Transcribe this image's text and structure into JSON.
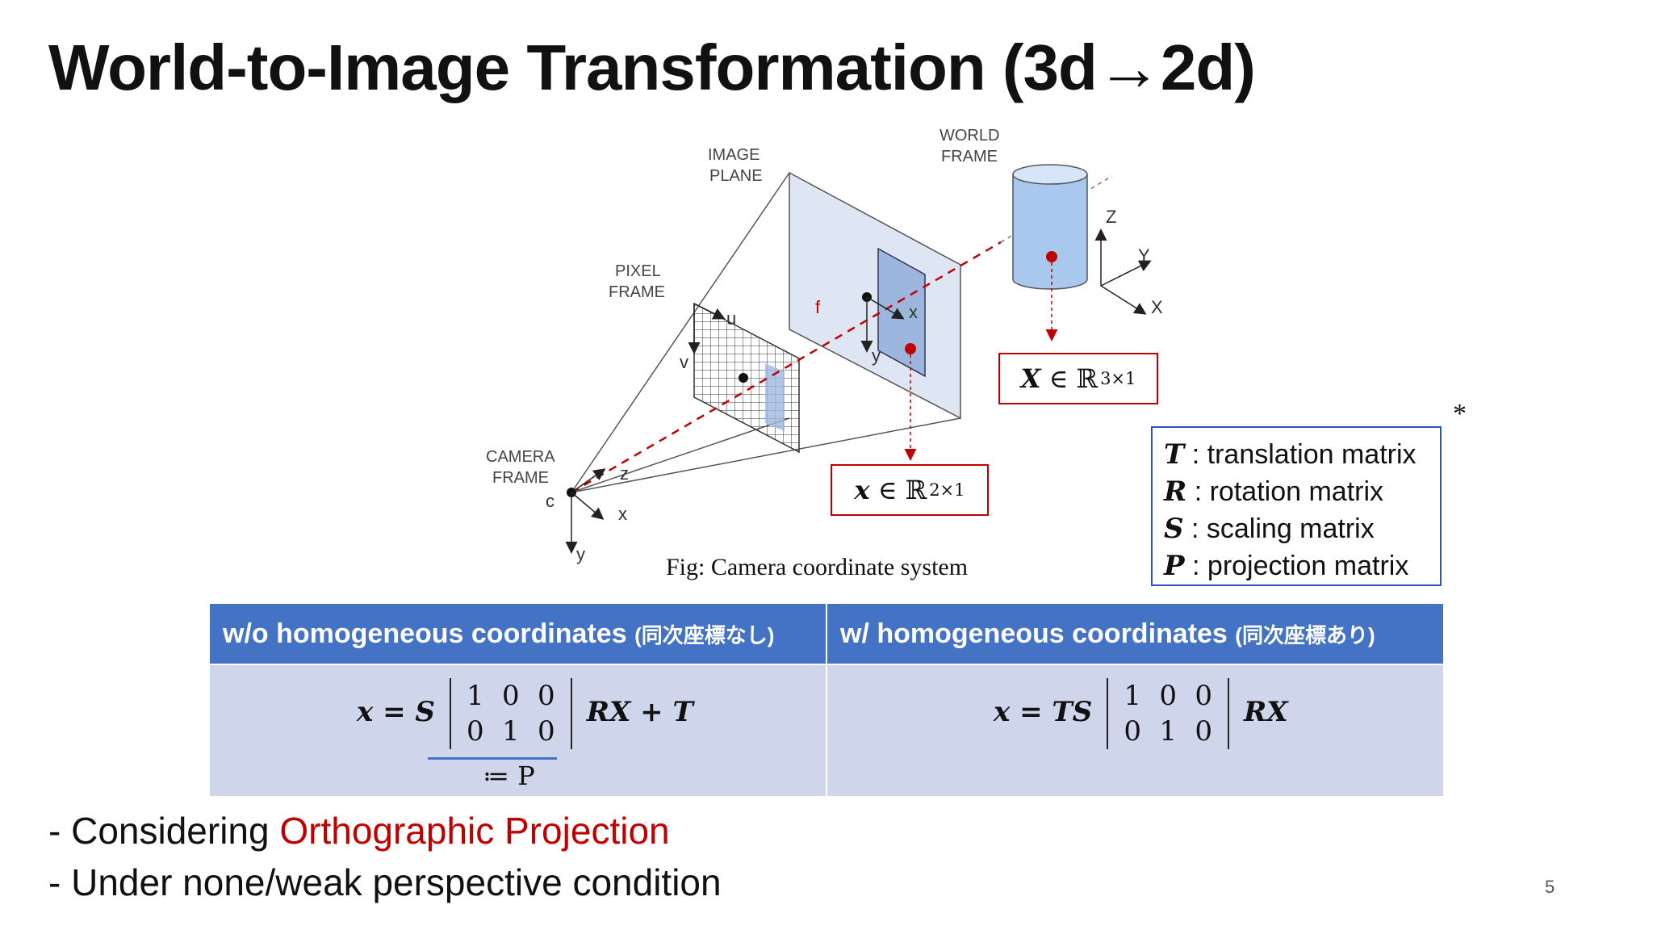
{
  "title": "World-to-Image Transformation (3d→2d)",
  "figure": {
    "labels": {
      "image_plane_1": "IMAGE",
      "image_plane_2": "PLANE",
      "world_frame_1": "WORLD",
      "world_frame_2": "FRAME",
      "pixel_frame_1": "PIXEL",
      "pixel_frame_2": "FRAME",
      "camera_frame_1": "CAMERA",
      "camera_frame_2": "FRAME",
      "c": "c",
      "u": "u",
      "v": "v",
      "f": "f",
      "cam_z": "z",
      "cam_x": "x",
      "cam_y": "y",
      "img_x": "x",
      "img_y": "y",
      "world_z": "Z",
      "world_y": "Y",
      "world_x": "X"
    },
    "caption": "Fig: Camera coordinate system",
    "world_point": {
      "var": "X",
      "set": "∈ ℝ",
      "dim": "3×1"
    },
    "image_point": {
      "var": "x",
      "set": "∈ ℝ",
      "dim": "2×1"
    }
  },
  "legend": {
    "asterisk": "*",
    "items": [
      {
        "sym": "T",
        "text": " : translation matrix"
      },
      {
        "sym": "R",
        "text": " : rotation matrix"
      },
      {
        "sym": "S",
        "text": " : scaling matrix"
      },
      {
        "sym": "P",
        "text": " : projection matrix"
      }
    ]
  },
  "table": {
    "headers": [
      {
        "main": "w/o  homogeneous coordinates ",
        "jp": "(同次座標なし)"
      },
      {
        "main": "w/ homogeneous coordinates ",
        "jp": "(同次座標あり)"
      }
    ],
    "eq1": {
      "lhs": "x = S",
      "rhs": "RX + T",
      "def": "≔ P"
    },
    "eq2": {
      "lhs": "x = TS",
      "rhs": "RX"
    },
    "matrix": {
      "r1": [
        "1",
        "0",
        "0"
      ],
      "r2": [
        "0",
        "1",
        "0"
      ]
    }
  },
  "bullets": {
    "b1_prefix": "- Considering ",
    "b1_highlight": "Orthographic Projection",
    "b2": "- Under none/weak perspective condition"
  },
  "page_number": "5",
  "colors": {
    "accent_blue": "#4472c4",
    "highlight_red": "#c00000",
    "cell_bg": "#cfd5ea"
  }
}
